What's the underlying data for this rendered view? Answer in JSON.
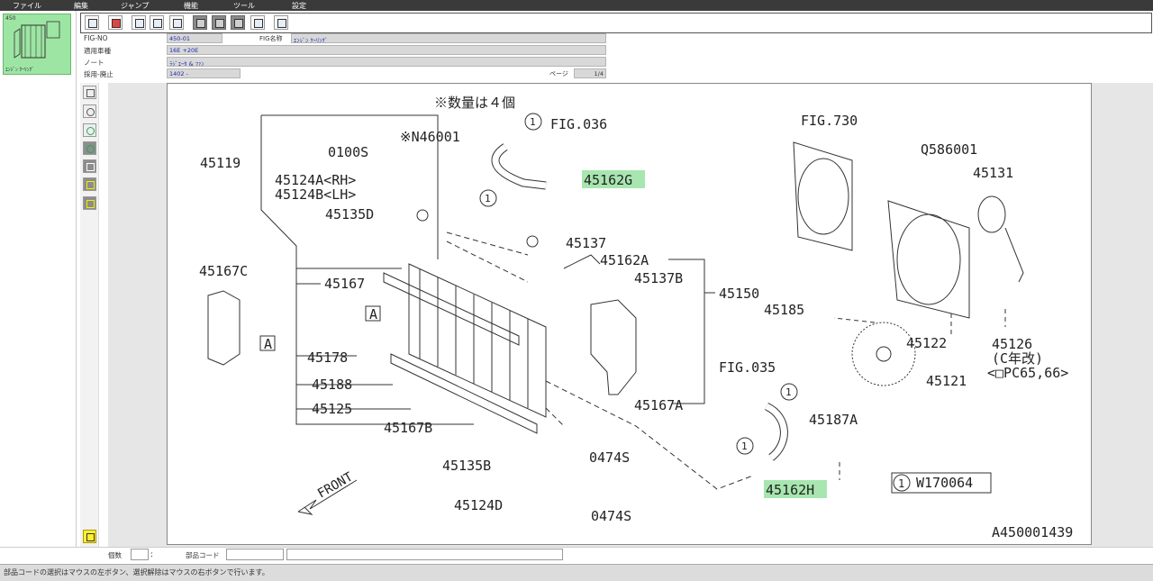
{
  "menu": [
    "ファイル",
    "編集",
    "ジャンプ",
    "機能",
    "ツール",
    "設定"
  ],
  "thumbnail": {
    "number": "450",
    "caption": "ｴﾝｼﾞﾝ ｸｰﾘﾝｸﾞ"
  },
  "toolbar_icons": [
    "print-icon",
    "red-print-icon",
    "copy-icon",
    "list-icon",
    "refresh-icon",
    "back-icon",
    "forward-icon",
    "up-icon",
    "window-icon",
    "export-icon"
  ],
  "info": {
    "fig_no_label": "FIG-NO",
    "fig_no": "450-01",
    "fig_name_label": "FIG名称",
    "fig_name": "ｴﾝｼﾞﾝ ｸｰﾘﾝｸﾞ",
    "vehicle_label": "適用車種",
    "vehicle": "16E +20E",
    "note_label": "ノート",
    "note": "ﾗｼﾞｴｰﾀ & ﾌｧﾝ",
    "adopt_label": "採用-廃止",
    "adopt": "1402 -",
    "page_label": "ページ",
    "page": "1/4"
  },
  "side_tools": [
    "select-icon",
    "hand-icon",
    "zoom-in-icon",
    "zoom-out-icon",
    "fit-icon",
    "warning-icon",
    "note-icon"
  ],
  "diagram": {
    "note": "※数量は４個",
    "drawing_id": "A450001439",
    "ref_box_num": "1",
    "ref_box_code": "W170064",
    "front": "FRONT",
    "labels": {
      "p45119": "45119",
      "p0100s": "0100S",
      "pn46001": "※N46001",
      "p45124a": "45124A<RH>",
      "p45124b": "45124B<LH>",
      "p45135d": "45135D",
      "p45167c": "45167C",
      "p45167": "45167",
      "pA1": "A",
      "pA2": "A",
      "p45178": "45178",
      "p45188": "45188",
      "p45125": "45125",
      "p45167b": "45167B",
      "p45135b": "45135B",
      "p45124d": "45124D",
      "p0474s1": "0474S",
      "p0474s2": "0474S",
      "fig036": "FIG.036",
      "p45162g": "45162G",
      "p45137": "45137",
      "p45162a": "45162A",
      "p45137b": "45137B",
      "p45150": "45150",
      "p45167a": "45167A",
      "fig035": "FIG.035",
      "p45162h": "45162H",
      "fig730": "FIG.730",
      "q586001": "Q586001",
      "p45131": "45131",
      "p45185": "45185",
      "p45122": "45122",
      "p45126": "45126",
      "c_kai": "(C年改)",
      "opc": "<□PC65,66>",
      "p45121": "45121",
      "p45187a": "45187A",
      "c1a": "1",
      "c1b": "1",
      "c1c": "1",
      "c1d": "1"
    }
  },
  "bottom": {
    "qty_label": "個数",
    "part_code_label": "部品コード"
  },
  "status": "部品コードの選択はマウスの左ボタン、選択解除はマウスの右ボタンで行います。"
}
